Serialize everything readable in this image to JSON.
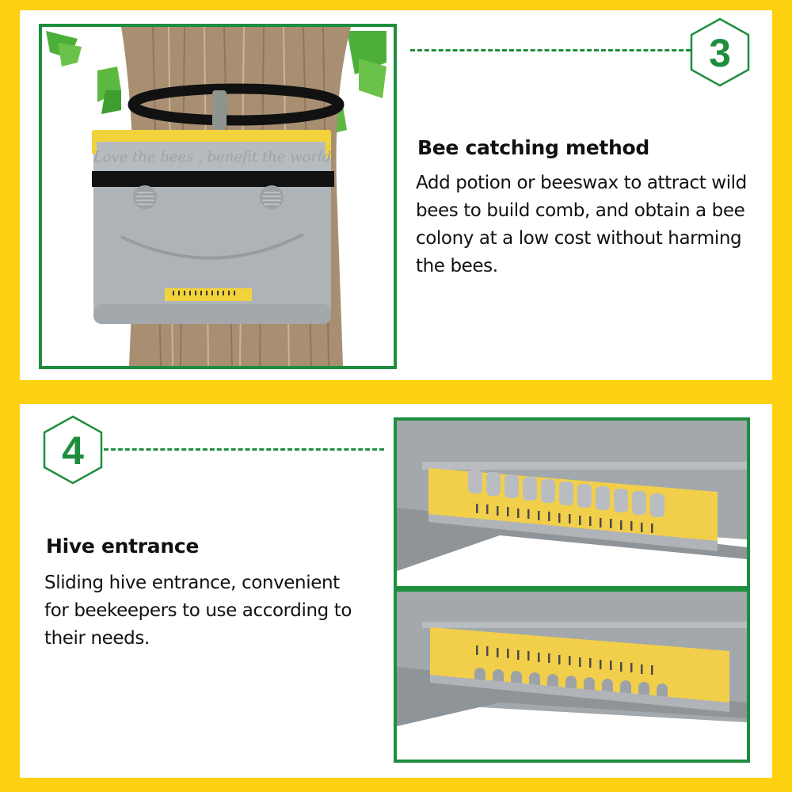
{
  "colors": {
    "background_yellow": "#FDD10F",
    "accent_green": "#1E8E3E",
    "panel_white": "#FFFFFF",
    "hive_gray": "#A9AEB3",
    "entrance_yellow": "#F2CF4A"
  },
  "sections": [
    {
      "step_number": "3",
      "step_icon": "hexagon-badge",
      "heading": "Bee catching method",
      "body_lines": [
        "Add potion or beeswax to attract wild",
        "bees to build comb, and obtain a bee",
        "colony at a low cost without harming",
        "the bees."
      ],
      "image": {
        "description": "Gray bee trap box with yellow lid strapped to a tree trunk",
        "embossed_text": "Love the bees , benefit the world"
      }
    },
    {
      "step_number": "4",
      "step_icon": "hexagon-badge",
      "heading": "Hive entrance",
      "body_lines": [
        "Sliding hive entrance, convenient",
        "for beekeepers to use according to",
        "their needs."
      ],
      "images": [
        {
          "description": "Sliding yellow hive entrance - position with large slots open on top"
        },
        {
          "description": "Sliding yellow hive entrance - position with arched holes on bottom"
        }
      ]
    }
  ]
}
